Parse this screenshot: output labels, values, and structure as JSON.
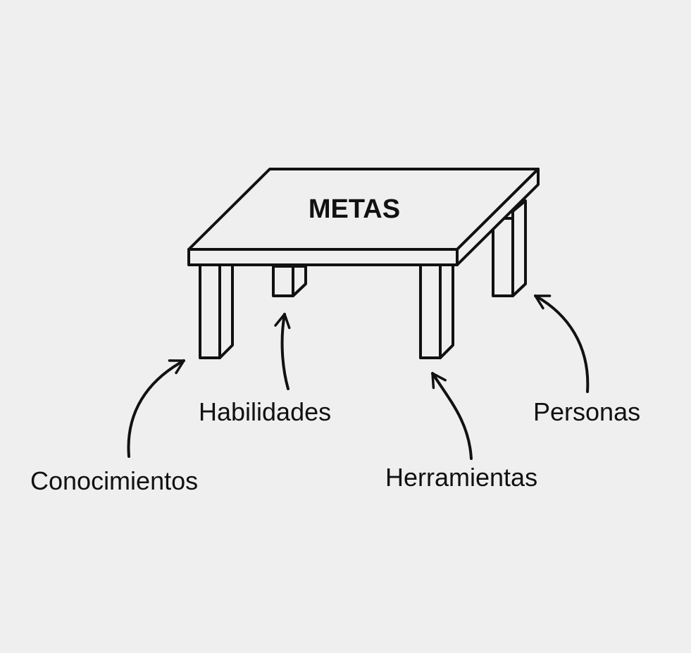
{
  "colors": {
    "background": "#efefef",
    "ink": "#111111"
  },
  "table": {
    "top_label": "METAS"
  },
  "supports": [
    {
      "id": "conocimientos",
      "label": "Conocimientos"
    },
    {
      "id": "habilidades",
      "label": "Habilidades"
    },
    {
      "id": "herramientas",
      "label": "Herramientas"
    },
    {
      "id": "personas",
      "label": "Personas"
    }
  ]
}
